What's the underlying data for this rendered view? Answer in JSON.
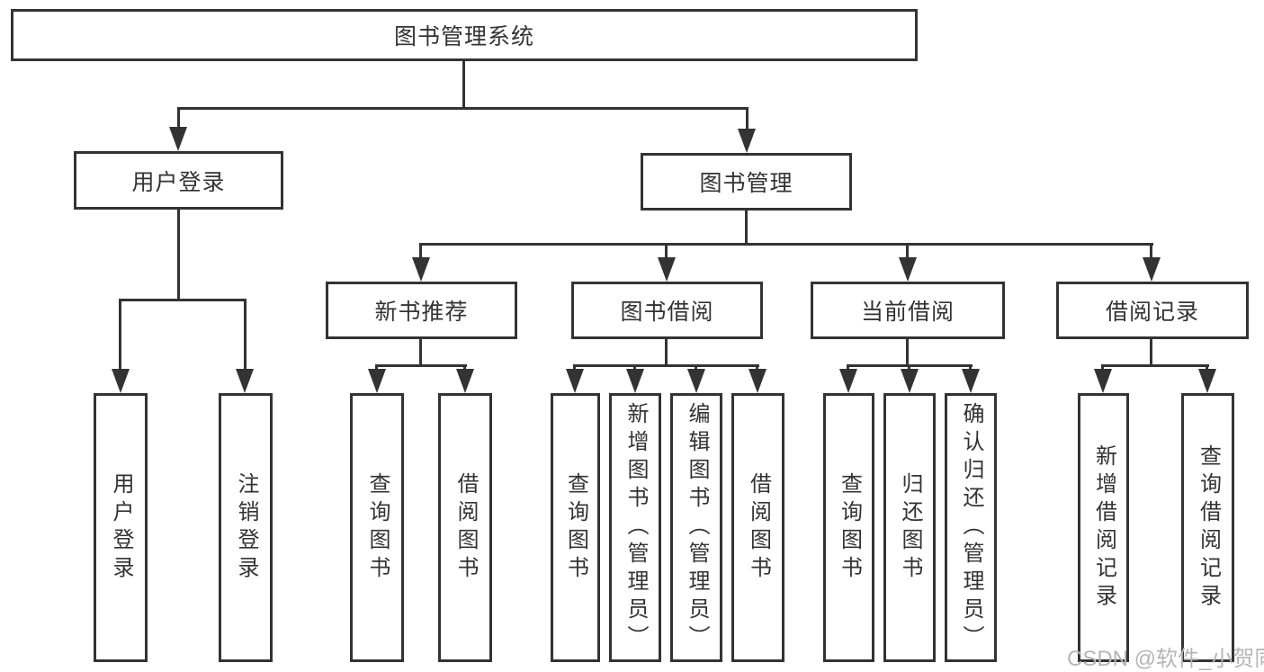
{
  "diagram": {
    "root": {
      "label": "图书管理系统"
    },
    "level2": {
      "user_login": {
        "label": "用户登录"
      },
      "book_mgmt": {
        "label": "图书管理"
      }
    },
    "level3": {
      "new_books": {
        "label": "新书推荐"
      },
      "book_borrow": {
        "label": "图书借阅"
      },
      "current_borrow": {
        "label": "当前借阅"
      },
      "borrow_records": {
        "label": "借阅记录"
      }
    },
    "leaves": {
      "user_login": {
        "label": "用户登录"
      },
      "logout": {
        "label": "注销登录"
      },
      "nb_query_books": {
        "label": "查询图书"
      },
      "nb_borrow_books": {
        "label": "借阅图书"
      },
      "bb_query_books": {
        "label": "查询图书"
      },
      "bb_add_books_admin": {
        "label": "新增图书（管理员）"
      },
      "bb_edit_books_admin": {
        "label": "编辑图书（管理员）"
      },
      "bb_borrow_books": {
        "label": "借阅图书"
      },
      "cb_query_books": {
        "label": "查询图书"
      },
      "cb_return_books": {
        "label": "归还图书"
      },
      "cb_confirm_return_admin": {
        "label": "确认归还（管理员）"
      },
      "br_add_record": {
        "label": "新增借阅记录"
      },
      "br_query_record": {
        "label": "查询借阅记录"
      }
    },
    "watermark": "CSDN @软件_小贺同学",
    "colors": {
      "line": "#333333",
      "text": "#333333",
      "background": "#ffffff",
      "watermark": "#b5b5b5"
    }
  }
}
